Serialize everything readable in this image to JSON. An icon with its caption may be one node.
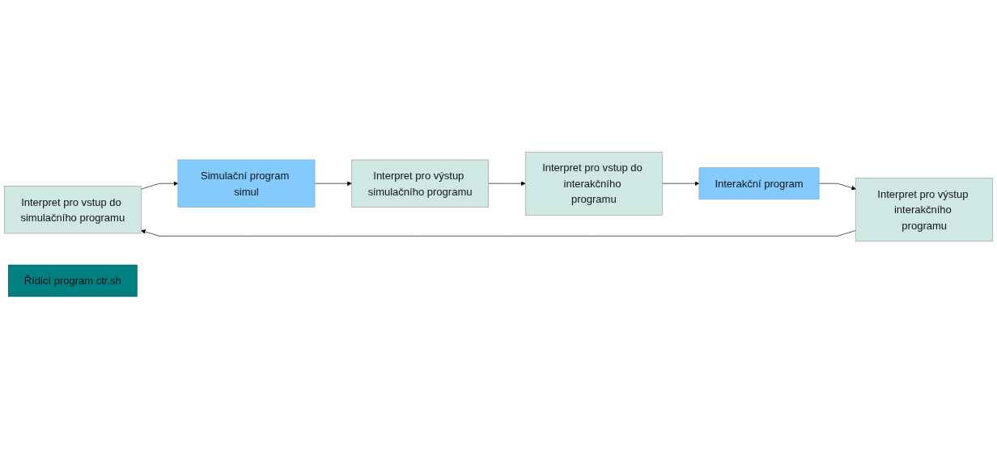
{
  "diagram": {
    "nodes": [
      {
        "text": [
          "Interpret pro vstup do simulačního programu"
        ]
      },
      {
        "text": [
          "Interpret pro výstup interakčního programu"
        ]
      },
      {
        "text": [
          "Simulační program simul"
        ]
      },
      {
        "text": [
          "Řídicí program ctr.sh"
        ]
      },
      {
        "text": [
          "Interakční program"
        ]
      },
      {
        "text": [
          "Interpret pro výstup simulačního programu"
        ]
      },
      {
        "text": [
          "Interpret pro vstup do interakčního programu"
        ]
      }
    ],
    "edges": [
      {
        "from": 1,
        "to": 0,
        "arrow": "to"
      },
      {
        "from": 0,
        "to": 2,
        "arrow": "to"
      },
      {
        "from": 2,
        "to": 5,
        "arrow": "to"
      },
      {
        "from": 5,
        "to": 6,
        "arrow": "to"
      },
      {
        "from": 6,
        "to": 4,
        "arrow": "to"
      },
      {
        "from": 4,
        "to": 1,
        "arrow": "to"
      }
    ]
  }
}
